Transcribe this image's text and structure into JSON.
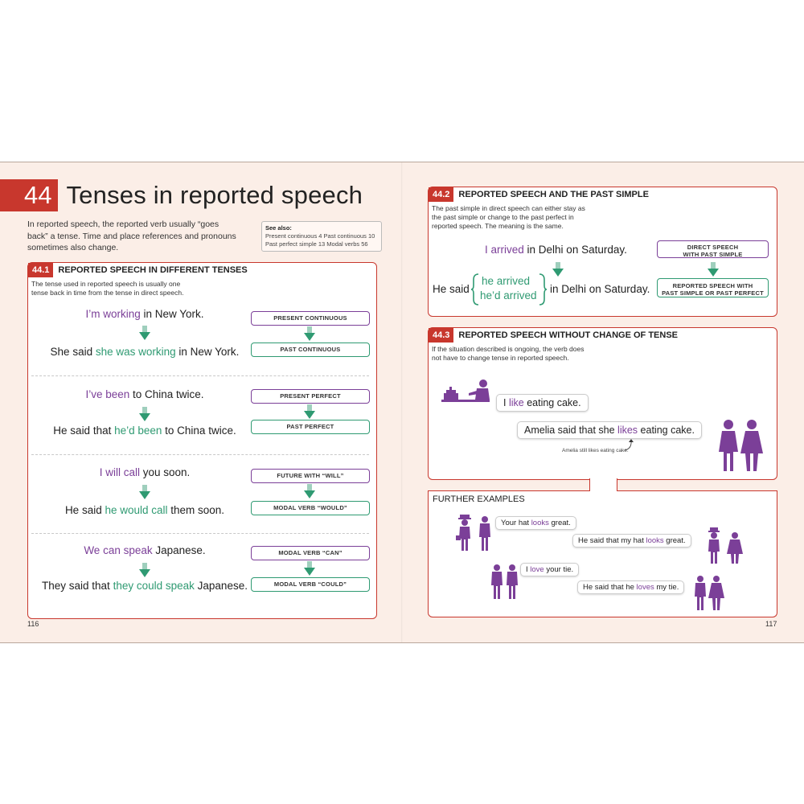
{
  "chapter": {
    "number": "44",
    "title": "Tenses in reported speech"
  },
  "intro": "In reported speech, the reported verb usually “goes back” a tense. Time and place references and pronouns sometimes also change.",
  "see_also": {
    "heading": "See also:",
    "line1": "Present continuous 4   Past continuous 10",
    "line2": "Past perfect simple 13   Modal verbs 56"
  },
  "s441": {
    "tag": "44.1",
    "title": "REPORTED SPEECH IN DIFFERENT TENSES",
    "desc": "The tense used in reported speech is usually one tense back in time from the tense in direct speech.",
    "rows": [
      {
        "direct_hl": "I’m working",
        "direct_rest": " in New York.",
        "rep_pre": "She said ",
        "rep_hl": "she was working",
        "rep_post": " in New York.",
        "label_top": "PRESENT CONTINUOUS",
        "label_bottom": "PAST CONTINUOUS"
      },
      {
        "direct_hl": "I’ve been",
        "direct_rest": " to China twice.",
        "rep_pre": "He said that ",
        "rep_hl": "he’d been",
        "rep_post": " to China twice.",
        "label_top": "PRESENT PERFECT",
        "label_bottom": "PAST PERFECT"
      },
      {
        "direct_hl": "I will call",
        "direct_rest": " you soon.",
        "rep_pre": "He said ",
        "rep_hl": "he would call",
        "rep_post": " them soon.",
        "label_top": "FUTURE WITH “WILL”",
        "label_bottom": "MODAL VERB “WOULD”"
      },
      {
        "direct_hl": "We can speak",
        "direct_rest": " Japanese.",
        "rep_pre": "They said that ",
        "rep_hl": "they could speak",
        "rep_post": " Japanese.",
        "label_top": "MODAL VERB “CAN”",
        "label_bottom": "MODAL VERB “COULD”"
      }
    ]
  },
  "s442": {
    "tag": "44.2",
    "title": "REPORTED SPEECH AND THE PAST SIMPLE",
    "desc": "The past simple in direct speech can either stay as the past simple or change to the past perfect in reported speech. The meaning is the same.",
    "direct_hl": "I arrived",
    "direct_rest": " in Delhi on Saturday.",
    "rep_pre": "He said",
    "opt1": "he arrived",
    "opt2": "he’d arrived",
    "rep_post": "in Delhi on Saturday.",
    "label_top_1": "DIRECT SPEECH",
    "label_top_2": "WITH PAST SIMPLE",
    "label_bottom_1": "REPORTED SPEECH WITH",
    "label_bottom_2": "PAST SIMPLE OR PAST PERFECT"
  },
  "s443": {
    "tag": "44.3",
    "title": "REPORTED SPEECH WITHOUT CHANGE OF TENSE",
    "desc": "If the situation described is ongoing, the verb does not have to change tense in reported speech.",
    "bubble1_pre": "I ",
    "bubble1_hl": "like",
    "bubble1_post": " eating cake.",
    "bubble2_pre": "Amelia said that she ",
    "bubble2_hl": "likes",
    "bubble2_post": " eating cake.",
    "note": "Amelia still likes eating cake."
  },
  "further": {
    "heading": "FURTHER EXAMPLES",
    "ex1_pre": "Your hat ",
    "ex1_hl": "looks",
    "ex1_post": " great.",
    "ex2_pre": "He said that my hat ",
    "ex2_hl": "looks",
    "ex2_post": " great.",
    "ex3_pre": "I ",
    "ex3_hl": "love",
    "ex3_post": " your tie.",
    "ex4_pre": "He said that he ",
    "ex4_hl": "loves",
    "ex4_post": " my tie."
  },
  "page_left": "116",
  "page_right": "117",
  "colors": {
    "red": "#c8372d",
    "purple": "#7b3f98",
    "green": "#2f9a72",
    "paper": "#fbeee7"
  }
}
